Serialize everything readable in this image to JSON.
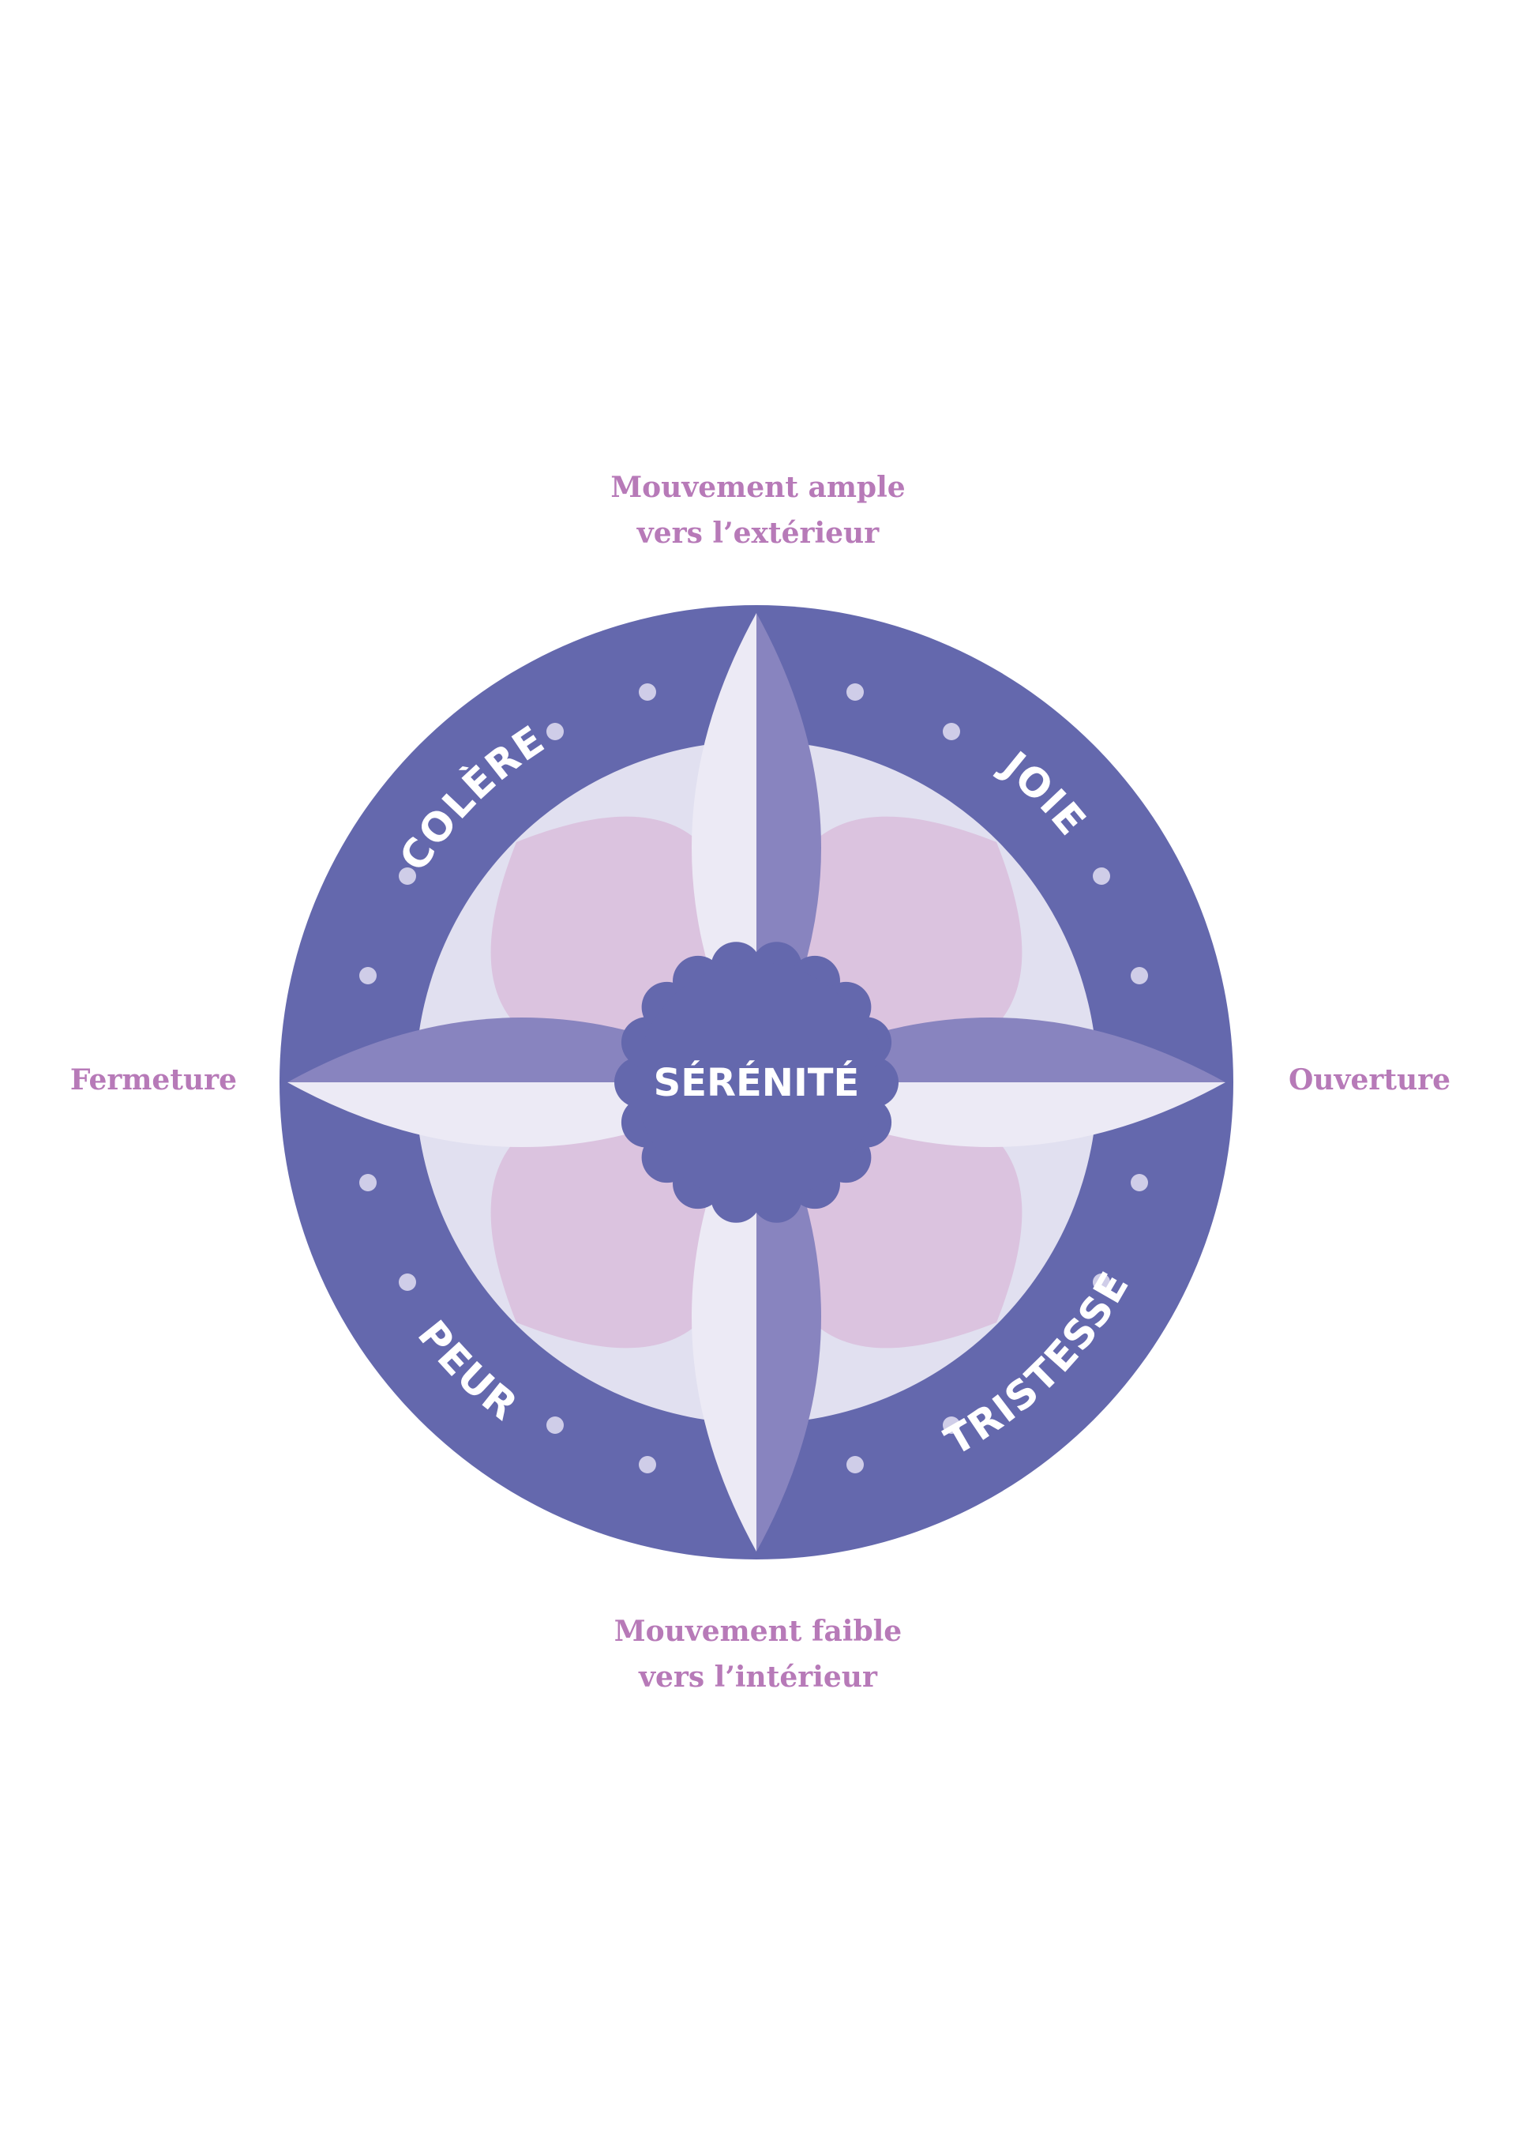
{
  "center": {
    "label": "SÉRÉNITÉ"
  },
  "emotions": {
    "top_left": "COLÈRE",
    "top_right": "JOIE",
    "bottom_left": "PEUR",
    "bottom_right": "TRISTESSE"
  },
  "axes": {
    "top": {
      "line1": "Mouvement ample",
      "line2": "vers l’extérieur"
    },
    "bottom": {
      "line1": "Mouvement faible",
      "line2": "vers l’intérieur"
    },
    "left": "Fermeture",
    "right": "Ouverture"
  },
  "colors": {
    "ring": "#6468ad",
    "inner_disc": "#e1e0f0",
    "petal_pink": "#dbc3df",
    "spike_light": "#eceaf5",
    "spike_medium": "#8884bf",
    "center": "#6468ad",
    "crescent": "#c997c7",
    "label": "#b77ab8",
    "dots": "#cfcde8",
    "white": "#ffffff"
  }
}
